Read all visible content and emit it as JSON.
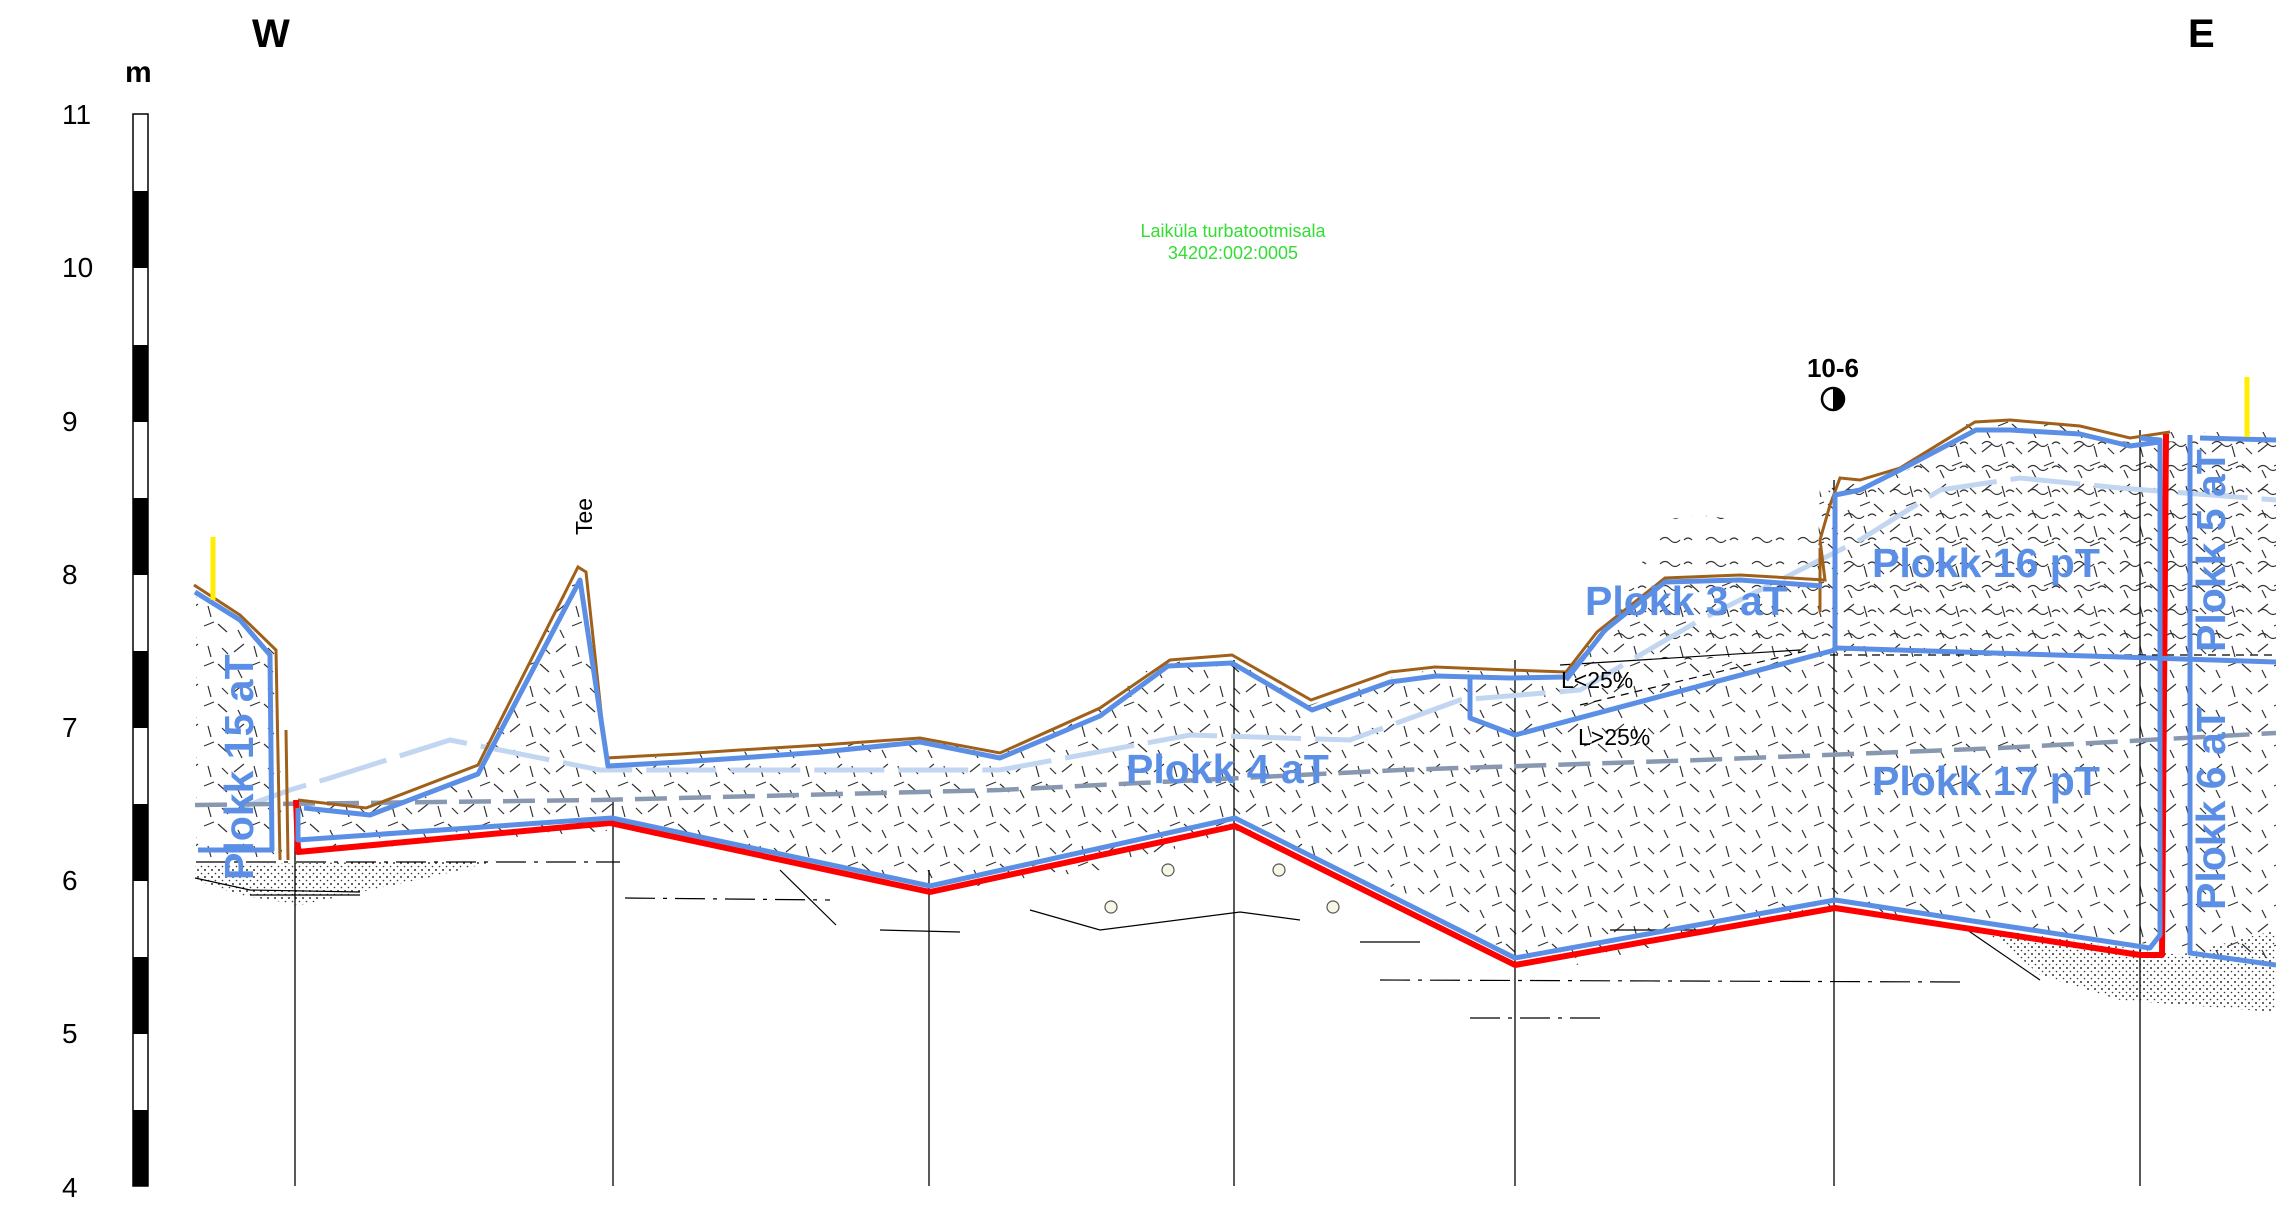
{
  "orientation": {
    "west": "W",
    "east": "E"
  },
  "scale": {
    "unit": "m",
    "ticks": [
      "11",
      "10",
      "9",
      "8",
      "7",
      "6",
      "5",
      "4"
    ]
  },
  "site": {
    "name": "Laiküla turbatootmisala",
    "code": "34202:002:0005"
  },
  "labels": {
    "road": "Tee",
    "borehole": "10-6",
    "loss_low": "L<25%",
    "loss_high": "L>25%"
  },
  "blocks": {
    "b15": "Plokk 15 aT",
    "b4": "Plokk 4 aT",
    "b3": "Plokk 3 aT",
    "b16": "Plokk 16 pT",
    "b17": "Plokk 17 pT",
    "b5": "Plokk 5 aT",
    "b6": "Plokk 6 aT"
  },
  "colors": {
    "block_outline": "#5b8fe6",
    "peat_base": "#ff0000",
    "ground_surface": "#a0601a",
    "site_label": "#33dd33",
    "marker": "#ffee00"
  }
}
